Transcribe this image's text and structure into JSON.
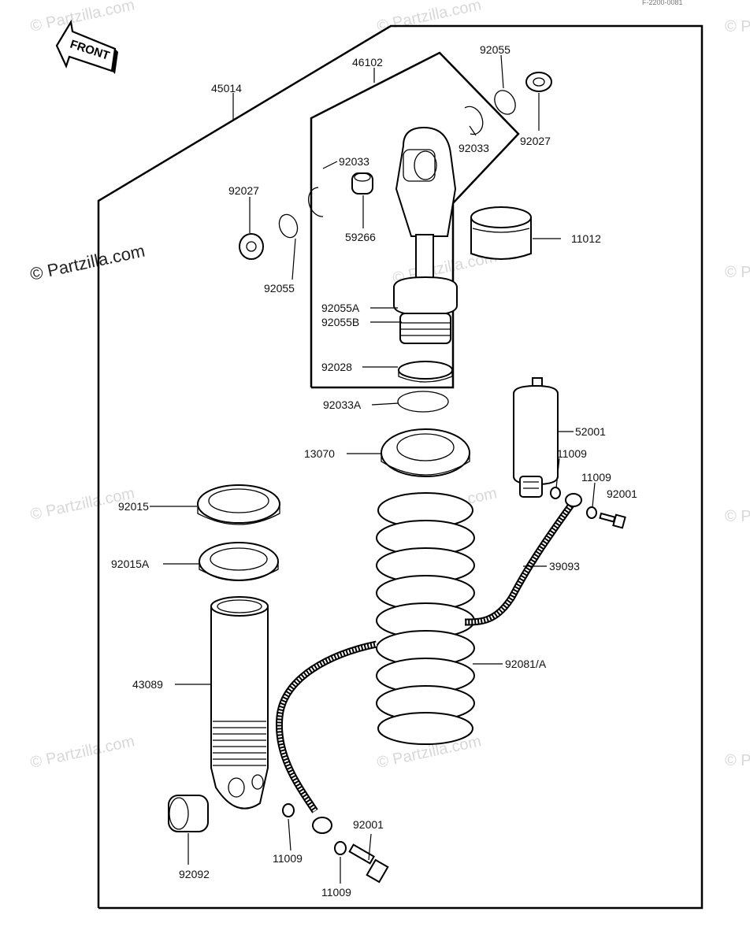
{
  "front_arrow": {
    "text": "FRONT",
    "icon": "front-arrow-icon"
  },
  "watermark": {
    "main": "© Partzilla.com",
    "faint": "© Partzilla.com",
    "edge": "© P"
  },
  "corner_code": "F-2200-0081",
  "assembly_labels": {
    "outer": "45014",
    "inner": "46102"
  },
  "parts": [
    {
      "id": "92055_top",
      "number": "92055"
    },
    {
      "id": "92027_top",
      "number": "92027"
    },
    {
      "id": "92033_right",
      "number": "92033"
    },
    {
      "id": "92033_left",
      "number": "92033"
    },
    {
      "id": "92027_left",
      "number": "92027"
    },
    {
      "id": "92055_left",
      "number": "92055"
    },
    {
      "id": "59266",
      "number": "59266"
    },
    {
      "id": "11012",
      "number": "11012"
    },
    {
      "id": "92055A",
      "number": "92055A"
    },
    {
      "id": "92055B",
      "number": "92055B"
    },
    {
      "id": "92028",
      "number": "92028"
    },
    {
      "id": "92033A",
      "number": "92033A"
    },
    {
      "id": "13070",
      "number": "13070"
    },
    {
      "id": "52001",
      "number": "52001"
    },
    {
      "id": "11009_a",
      "number": "11009"
    },
    {
      "id": "11009_b",
      "number": "11009"
    },
    {
      "id": "92001_right",
      "number": "92001"
    },
    {
      "id": "92015",
      "number": "92015"
    },
    {
      "id": "92015A",
      "number": "92015A"
    },
    {
      "id": "39093",
      "number": "39093"
    },
    {
      "id": "92081A",
      "number": "92081/A"
    },
    {
      "id": "43089",
      "number": "43089"
    },
    {
      "id": "92092",
      "number": "92092"
    },
    {
      "id": "11009_c",
      "number": "11009"
    },
    {
      "id": "92001_bottom",
      "number": "92001"
    },
    {
      "id": "11009_d",
      "number": "11009"
    }
  ]
}
